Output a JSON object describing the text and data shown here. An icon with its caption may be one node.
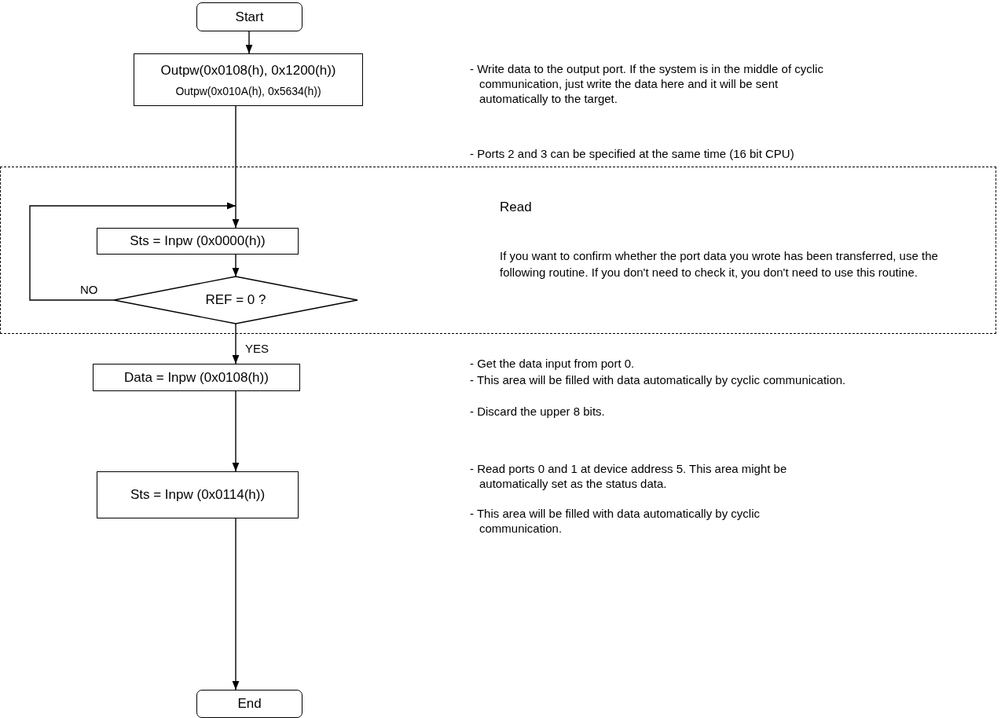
{
  "diagram": {
    "nodes": [
      {
        "text": [
          "Start"
        ]
      },
      {
        "text": [
          "Outpw(0x0108(h), 0x1200(h))",
          "Outpw(0x010A(h), 0x5634(h))"
        ],
        "beside": [
          "- Write data to the output port. If the system is in the middle of cyclic communication, just write the data here and it will be sent automatically to the target.",
          "- Ports 2 and 3 can be specified at the same time (16 bit CPU)"
        ]
      },
      {
        "text": [
          "Read",
          "If you want to confirm whether the port data you wrote has been transferred, use the following routine. If you don't need to check it, you don't need to use this routine."
        ]
      },
      {
        "text": [
          "Sts = Inpw (0x0000(h))"
        ],
        "in": 2
      },
      {
        "text": [
          "REF = 0 ?"
        ],
        "in": 2
      },
      {
        "text": [
          "Data = Inpw (0x0108(h))"
        ],
        "beside": [
          "- Get the data input from port 0.",
          "- This area will be filled with data automatically by cyclic communication.",
          "- Discard the upper 8 bits."
        ]
      },
      {
        "text": [
          "Sts = Inpw (0x0114(h))"
        ],
        "beside": [
          "- Read ports 0 and 1 at device address 5. This area might be automatically set as the status data.",
          "- This area will be filled with data automatically by cyclic communication."
        ]
      },
      {
        "text": [
          "End"
        ]
      }
    ],
    "edges": [
      {
        "from": 0,
        "to": 1,
        "arrow": "to"
      },
      {
        "from": 1,
        "to": 3,
        "arrow": "to"
      },
      {
        "from": 3,
        "to": 4,
        "arrow": "to"
      },
      {
        "from": 4,
        "to": 3,
        "arrow": "to",
        "label": "NO"
      },
      {
        "from": 4,
        "to": 5,
        "arrow": "to",
        "label": "YES"
      },
      {
        "from": 5,
        "to": 6,
        "arrow": "to"
      },
      {
        "from": 6,
        "to": 7,
        "arrow": "to"
      }
    ]
  }
}
